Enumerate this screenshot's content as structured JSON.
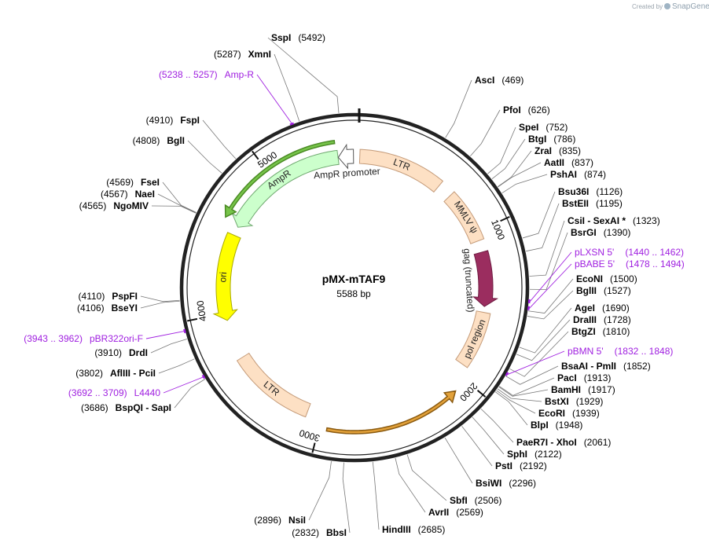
{
  "credit": {
    "prefix": "Created by",
    "brand": "SnapGene"
  },
  "plasmid": {
    "name": "pMX-mTAF9",
    "length_label": "5588 bp",
    "length": 5588
  },
  "ticks": [
    {
      "label": "1000",
      "pos": 1000
    },
    {
      "label": "2000",
      "pos": 2000
    },
    {
      "label": "3000",
      "pos": 3000
    },
    {
      "label": "4000",
      "pos": 4000
    },
    {
      "label": "5000",
      "pos": 5000
    }
  ],
  "features": [
    {
      "name": "LTR",
      "start": 20,
      "end": 600,
      "color": "#fde0c4",
      "stroke": "#c49a78",
      "direction": "none"
    },
    {
      "name": "MMLV ψ",
      "start": 700,
      "end": 1060,
      "color": "#fde0c4",
      "stroke": "#c49a78",
      "direction": "none"
    },
    {
      "name": "gag (truncated)",
      "start": 1140,
      "end": 1510,
      "color": "#9b2d5f",
      "stroke": "#6f1c42",
      "direction": "forward"
    },
    {
      "name": "pol region",
      "start": 1550,
      "end": 1930,
      "color": "#fde0c4",
      "stroke": "#c49a78",
      "direction": "none"
    },
    {
      "name": "",
      "start": 2090,
      "end": 2950,
      "color": "#e2a13a",
      "stroke": "#8a5a10",
      "direction": "reverse",
      "thin": true
    },
    {
      "name": "LTR",
      "start": 3100,
      "end": 3680,
      "color": "#fde0c4",
      "stroke": "#c49a78",
      "direction": "none"
    },
    {
      "name": "ori",
      "start": 3950,
      "end": 4540,
      "color": "#ffff00",
      "stroke": "#a8a800",
      "direction": "reverse"
    },
    {
      "name": "AmpR",
      "start": 4600,
      "end": 5460,
      "color": "#ccffcc",
      "stroke": "#6fa86f",
      "direction": "reverse"
    },
    {
      "name": "AmpR promoter",
      "start": 5462,
      "end": 5565,
      "color": "#ffffff",
      "stroke": "#555555",
      "direction": "reverse"
    },
    {
      "name": "",
      "start": 4620,
      "end": 5450,
      "color": "#77c44a",
      "stroke": "#4a8a24",
      "direction": "reverse",
      "thin": true,
      "outer": true
    }
  ],
  "sites": [
    {
      "name": "SspI",
      "pos": "(5492)",
      "side": "right"
    },
    {
      "name": "XmnI",
      "pos": "(5287)",
      "side": "left"
    },
    {
      "name": "FspI",
      "pos": "(4910)",
      "side": "left"
    },
    {
      "name": "BglI",
      "pos": "(4808)",
      "side": "left"
    },
    {
      "name": "FseI",
      "pos": "(4569)",
      "side": "left"
    },
    {
      "name": "NaeI",
      "pos": "(4567)",
      "side": "left"
    },
    {
      "name": "NgoMIV",
      "pos": "(4565)",
      "side": "left"
    },
    {
      "name": "PspFI",
      "pos": "(4110)",
      "side": "left"
    },
    {
      "name": "BseYI",
      "pos": "(4106)",
      "side": "left"
    },
    {
      "name": "DrdI",
      "pos": "(3910)",
      "side": "left"
    },
    {
      "name": "AflIII - PciI",
      "pos": "(3802)",
      "side": "left"
    },
    {
      "name": "BspQI - SapI",
      "pos": "(3686)",
      "side": "left"
    },
    {
      "name": "NsiI",
      "pos": "(2896)",
      "side": "left"
    },
    {
      "name": "BbsI",
      "pos": "(2832)",
      "side": "left"
    },
    {
      "name": "HindIII",
      "pos": "(2685)",
      "side": "right"
    },
    {
      "name": "AvrII",
      "pos": "(2569)",
      "side": "right"
    },
    {
      "name": "SbfI",
      "pos": "(2506)",
      "side": "right"
    },
    {
      "name": "BsiWI",
      "pos": "(2296)",
      "side": "right"
    },
    {
      "name": "PstI",
      "pos": "(2192)",
      "side": "right"
    },
    {
      "name": "SphI",
      "pos": "(2122)",
      "side": "right"
    },
    {
      "name": "PaeR7I - XhoI",
      "pos": "(2061)",
      "side": "right"
    },
    {
      "name": "BlpI",
      "pos": "(1948)",
      "side": "right"
    },
    {
      "name": "EcoRI",
      "pos": "(1939)",
      "side": "right"
    },
    {
      "name": "BstXI",
      "pos": "(1929)",
      "side": "right"
    },
    {
      "name": "BamHI",
      "pos": "(1917)",
      "side": "right"
    },
    {
      "name": "PacI",
      "pos": "(1913)",
      "side": "right"
    },
    {
      "name": "BsaAI - PmlI",
      "pos": "(1852)",
      "side": "right"
    },
    {
      "name": "BtgZI",
      "pos": "(1810)",
      "side": "right"
    },
    {
      "name": "DraIII",
      "pos": "(1728)",
      "side": "right"
    },
    {
      "name": "AgeI",
      "pos": "(1690)",
      "side": "right"
    },
    {
      "name": "BglII",
      "pos": "(1527)",
      "side": "right"
    },
    {
      "name": "EcoNI",
      "pos": "(1500)",
      "side": "right"
    },
    {
      "name": "BsrGI",
      "pos": "(1390)",
      "side": "right"
    },
    {
      "name": "CsiI - SexAI *",
      "pos": "(1323)",
      "side": "right"
    },
    {
      "name": "BstEII",
      "pos": "(1195)",
      "side": "right"
    },
    {
      "name": "Bsu36I",
      "pos": "(1126)",
      "side": "right"
    },
    {
      "name": "PshAI",
      "pos": "(874)",
      "side": "right"
    },
    {
      "name": "AatII",
      "pos": "(837)",
      "side": "right"
    },
    {
      "name": "ZraI",
      "pos": "(835)",
      "side": "right"
    },
    {
      "name": "BtgI",
      "pos": "(786)",
      "side": "right"
    },
    {
      "name": "SpeI",
      "pos": "(752)",
      "side": "right"
    },
    {
      "name": "PfoI",
      "pos": "(626)",
      "side": "right"
    },
    {
      "name": "AscI",
      "pos": "(469)",
      "side": "right"
    }
  ],
  "primers": [
    {
      "name": "Amp-R",
      "range": "(5238 .. 5257)",
      "side": "left"
    },
    {
      "name": "pBR322ori-F",
      "range": "(3943 .. 3962)",
      "side": "left"
    },
    {
      "name": "L4440",
      "range": "(3692 .. 3709)",
      "side": "left"
    },
    {
      "name": "pLXSN 5'",
      "range": "(1440 .. 1462)",
      "side": "right"
    },
    {
      "name": "pBABE 5'",
      "range": "(1478 .. 1494)",
      "side": "right"
    },
    {
      "name": "pBMN 5'",
      "range": "(1832 .. 1848)",
      "side": "right"
    }
  ]
}
